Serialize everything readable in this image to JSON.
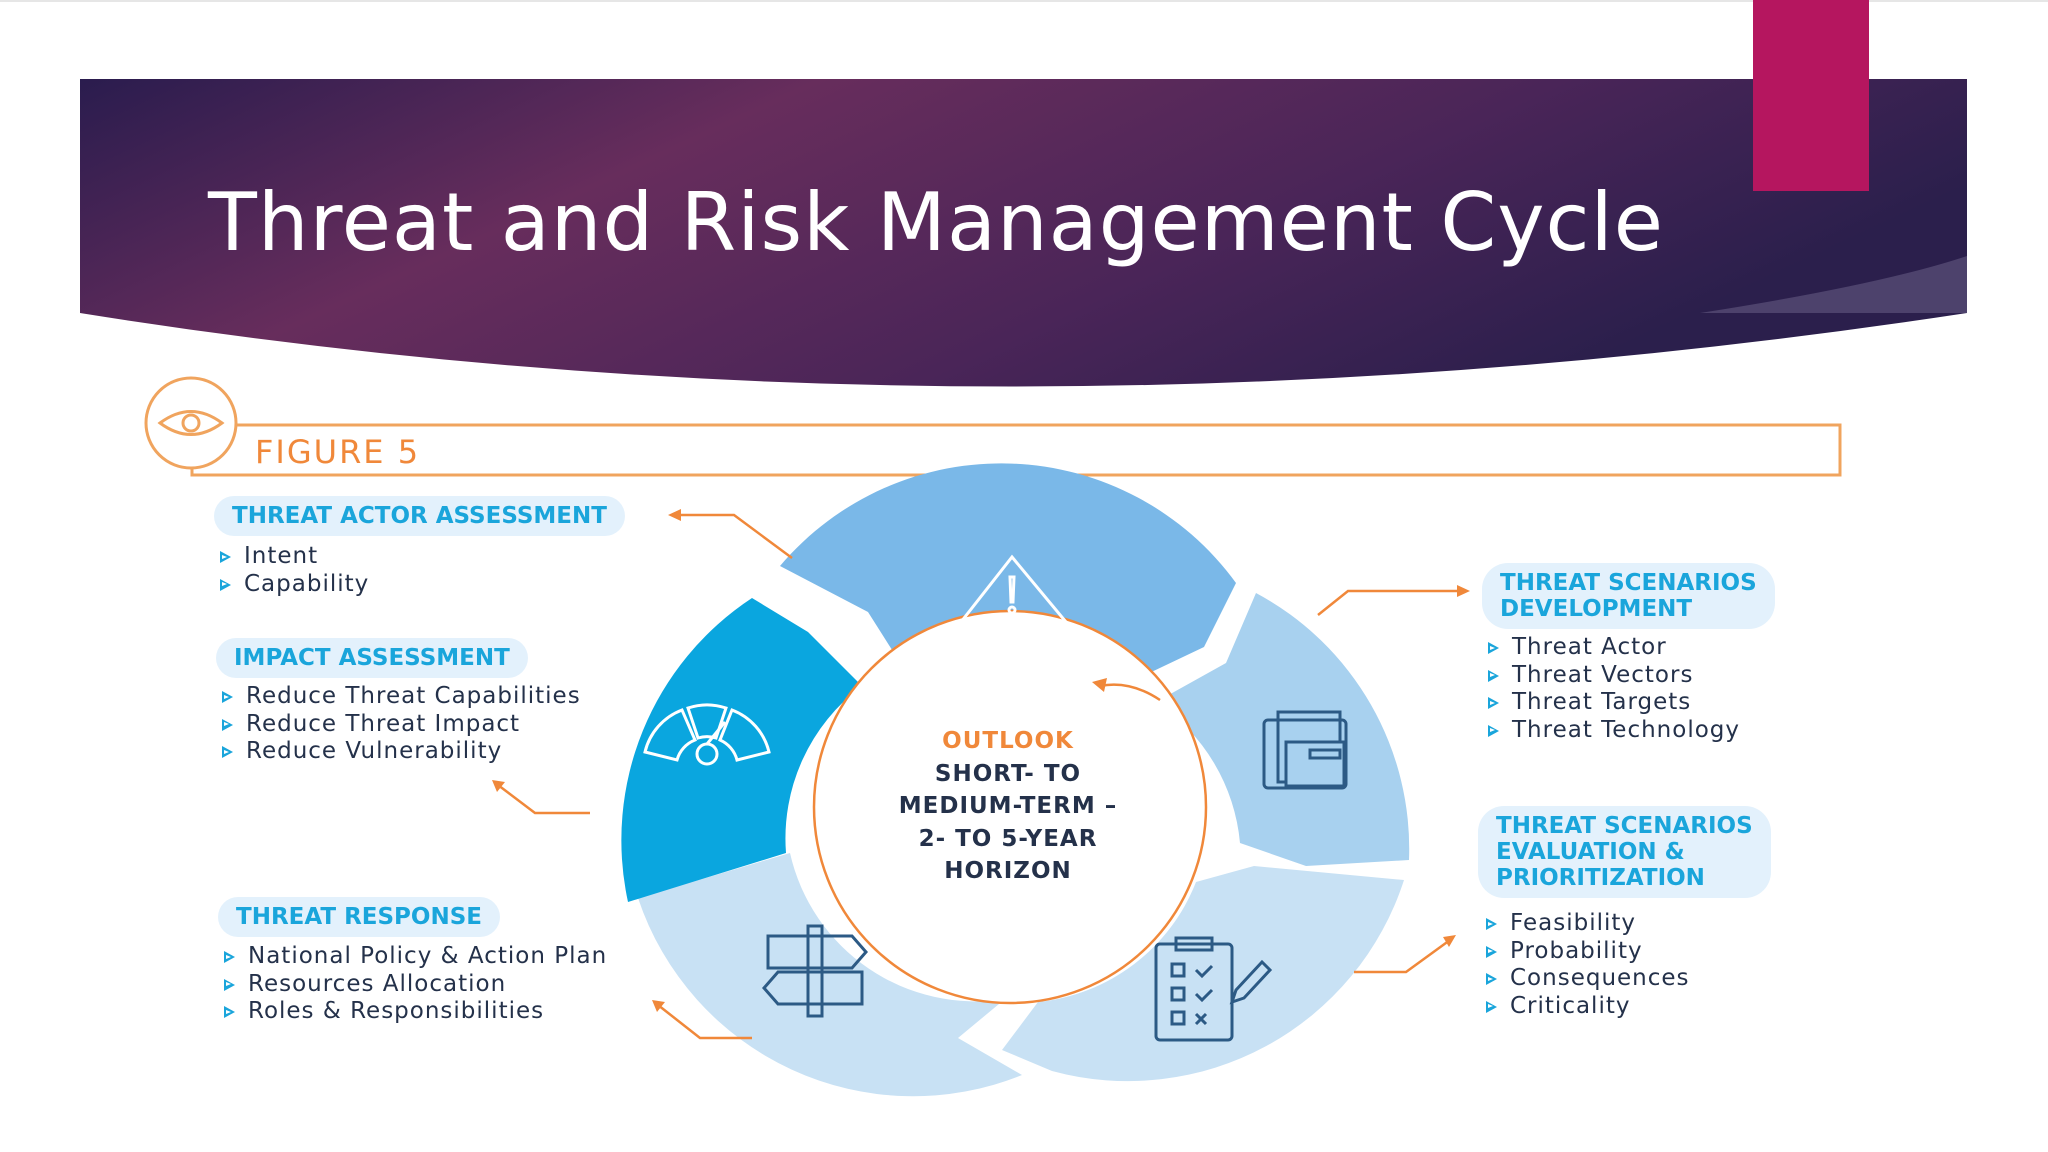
{
  "slide": {
    "title": "Threat and Risk Management Cycle"
  },
  "figure": {
    "label": "FIGURE 5",
    "center": {
      "heading": "OUTLOOK",
      "lines": [
        "SHORT- TO",
        "MEDIUM-TERM –",
        "2- TO 5-YEAR",
        "HORIZON"
      ]
    },
    "stages": [
      {
        "title": "THREAT ACTOR ASSESSMENT",
        "items": [
          "Intent",
          "Capability"
        ],
        "icon": "warning-triangle-icon"
      },
      {
        "title_lines": [
          "THREAT SCENARIOS",
          "DEVELOPMENT"
        ],
        "items": [
          "Threat Actor",
          "Threat Vectors",
          "Threat Targets",
          "Threat Technology"
        ],
        "icon": "folders-icon"
      },
      {
        "title_lines": [
          "THREAT SCENARIOS",
          "EVALUATION &",
          "PRIORITIZATION"
        ],
        "items": [
          "Feasibility",
          "Probability",
          "Consequences",
          "Criticality"
        ],
        "icon": "checklist-icon"
      },
      {
        "title": "THREAT RESPONSE",
        "items": [
          "National Policy & Action Plan",
          "Resources Allocation",
          "Roles & Responsibilities"
        ],
        "icon": "signpost-icon"
      },
      {
        "title": "IMPACT ASSESSMENT",
        "items": [
          "Reduce Threat Capabilities",
          "Reduce Threat Impact",
          "Reduce Vulnerability"
        ],
        "icon": "gauge-icon"
      }
    ]
  },
  "colors": {
    "banner_dark": "#2a1c4e",
    "banner_mid": "#672d5c",
    "accent_pink": "#b5165f",
    "accent_orange": "#f0883a",
    "heading_blue": "#1aa5db",
    "segment_light": "#c8e1f4",
    "segment_mid": "#a8d1ef",
    "segment_top": "#7ab8e8",
    "segment_active": "#0aa6df",
    "text_dark": "#24314a"
  }
}
